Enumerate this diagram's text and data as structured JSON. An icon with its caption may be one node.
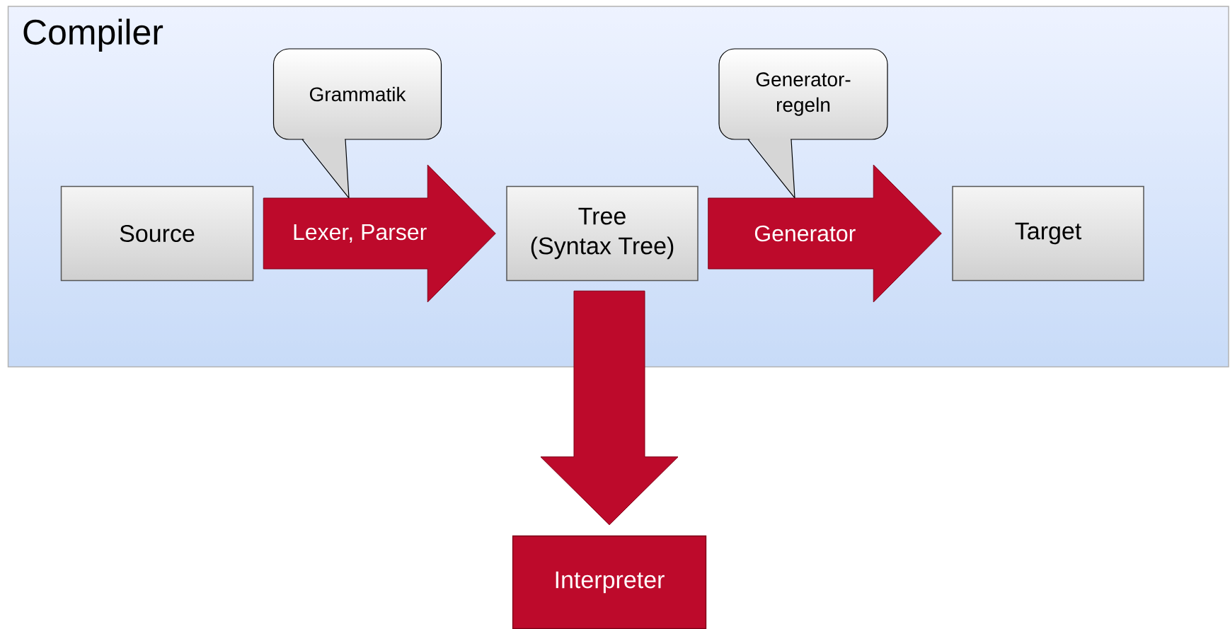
{
  "diagram": {
    "nodes": [
      {
        "text": [
          "Compiler"
        ]
      },
      {
        "text": [
          "Grammatik"
        ],
        "in": 0
      },
      {
        "text": [
          "Generator-regeln"
        ],
        "in": 0
      },
      {
        "text": [
          "Source"
        ],
        "in": 0
      },
      {
        "text": [
          "Tree",
          "(Syntax Tree)"
        ],
        "in": 0
      },
      {
        "text": [
          "Target"
        ],
        "in": 0
      },
      {
        "text": [
          "Interpreter"
        ]
      }
    ],
    "edges": [
      {
        "from": 3,
        "to": 4,
        "arrow": "to",
        "label": "Lexer, Parser"
      },
      {
        "from": 4,
        "to": 5,
        "arrow": "to",
        "label": "Generator"
      },
      {
        "from": 4,
        "to": 6,
        "arrow": "to"
      }
    ]
  }
}
